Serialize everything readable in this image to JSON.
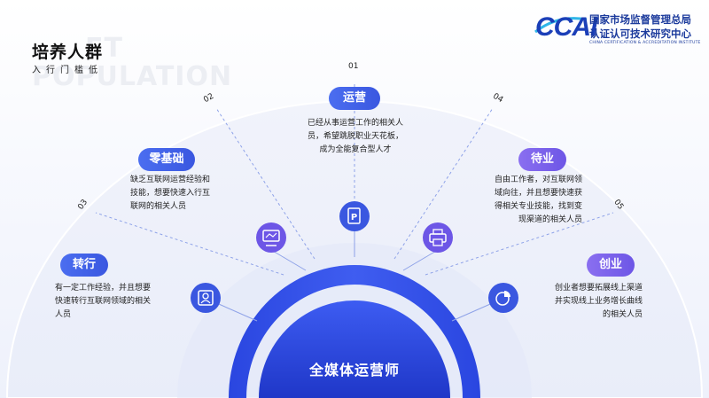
{
  "header": {
    "title": "培养人群",
    "subtitle": "入行门槛低",
    "ghost_line1": "ET",
    "ghost_line2": "POPULATION"
  },
  "logo": {
    "mark": "CCAI",
    "org_line1": "国家市场监督管理总局",
    "org_line2": "认证认可技术研究中心",
    "org_line3": "CHINA CERTIFICATION & ACCREDITATION INSTITUTE"
  },
  "center_label": "全媒体运营师",
  "groups": [
    {
      "number": "01",
      "label": "运营",
      "description": [
        "已经从事运营工作的相关人",
        "员，希望跳脱职业天花板，",
        "成为全能复合型人才"
      ],
      "icon": "document-p-icon"
    },
    {
      "number": "02",
      "label": "零基础",
      "description": [
        "缺乏互联网运营经验和",
        "技能，想要快速入行互",
        "联网的相关人员"
      ],
      "icon": "monitor-icon"
    },
    {
      "number": "03",
      "label": "转行",
      "description": [
        "有一定工作经验，并且想要",
        "快速转行互联网领域的相关",
        "人员"
      ],
      "icon": "id-card-icon"
    },
    {
      "number": "04",
      "label": "待业",
      "description": [
        "自由工作者，对互联网领",
        "域向往，并且想要快速获",
        "得相关专业技能，找到变",
        "现渠道的相关人员"
      ],
      "icon": "printer-icon"
    },
    {
      "number": "05",
      "label": "创业",
      "description": [
        "创业者想要拓展线上渠道",
        "并实现线上业务增长曲线",
        "的相关人员"
      ],
      "icon": "pie-chart-icon"
    }
  ],
  "colors": {
    "blue": "#3a57e0",
    "purple": "#6d56e6",
    "dark_blue": "#1b3fb8"
  }
}
